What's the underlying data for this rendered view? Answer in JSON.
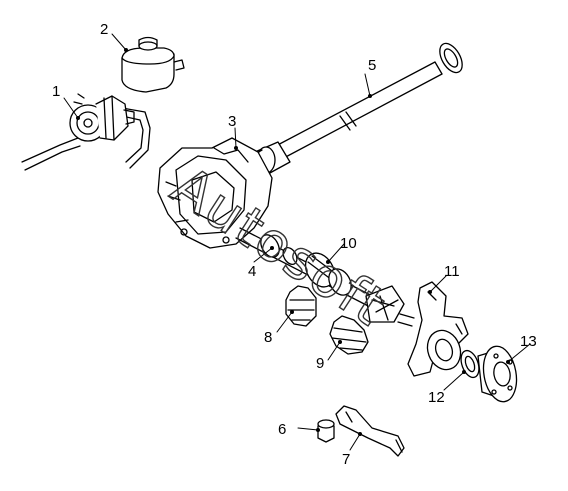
{
  "diagram": {
    "callouts": [
      {
        "id": "1",
        "label": "1",
        "part": "power-steering-pump"
      },
      {
        "id": "2",
        "label": "2",
        "part": "fluid-reservoir"
      },
      {
        "id": "3",
        "label": "3",
        "part": "front-differential"
      },
      {
        "id": "4",
        "label": "4",
        "part": "oil-seal"
      },
      {
        "id": "5",
        "label": "5",
        "part": "propeller-shaft"
      },
      {
        "id": "6",
        "label": "6",
        "part": "bushing"
      },
      {
        "id": "7",
        "label": "7",
        "part": "control-arm"
      },
      {
        "id": "8",
        "label": "8",
        "part": "cv-boot-inner"
      },
      {
        "id": "9",
        "label": "9",
        "part": "cv-boot-outer"
      },
      {
        "id": "10",
        "label": "10",
        "part": "inner-cv-joint"
      },
      {
        "id": "11",
        "label": "11",
        "part": "steering-knuckle"
      },
      {
        "id": "12",
        "label": "12",
        "part": "wheel-bearing"
      },
      {
        "id": "13",
        "label": "13",
        "part": "wheel-hub"
      }
    ],
    "watermark": "Autosoft",
    "colors": {
      "line": "#000000",
      "background": "#ffffff"
    }
  }
}
